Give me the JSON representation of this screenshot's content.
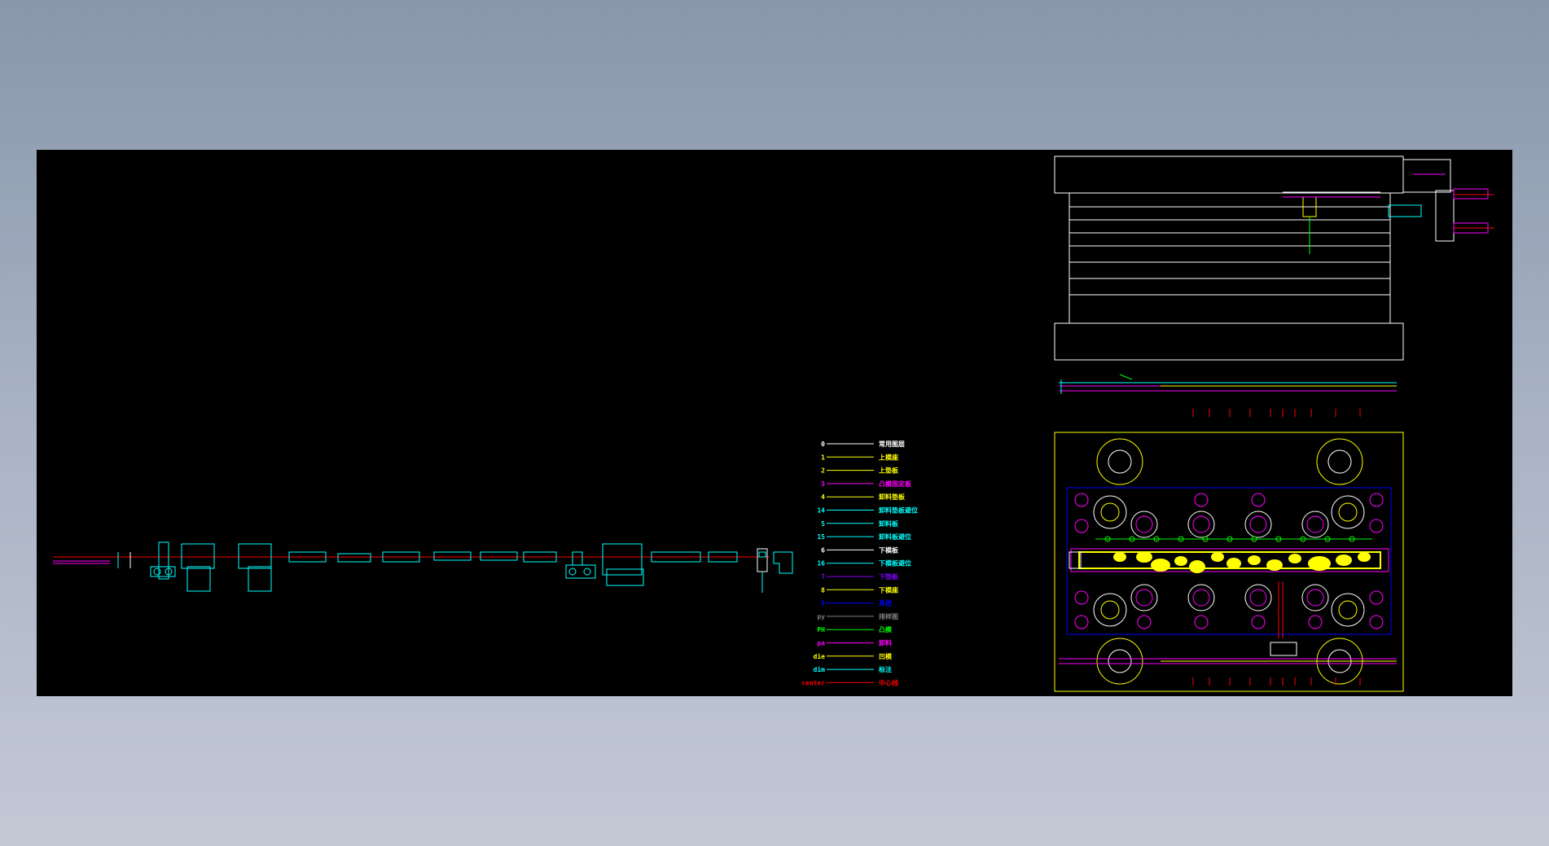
{
  "drawing": {
    "background": "#000000",
    "viewport_bg_top": "#8897ab",
    "viewport_bg_bottom": "#c3c8d5"
  },
  "legend": {
    "entries": [
      {
        "code": "0",
        "label": "常用图层",
        "color": "#ffffff"
      },
      {
        "code": "1",
        "label": "上模座",
        "color": "#ffff00"
      },
      {
        "code": "2",
        "label": "上垫板",
        "color": "#ffff00"
      },
      {
        "code": "3",
        "label": "凸模固定板",
        "color": "#ff00ff"
      },
      {
        "code": "4",
        "label": "卸料垫板",
        "color": "#ffff00"
      },
      {
        "code": "14",
        "label": "卸料垫板避位",
        "color": "#00ffff"
      },
      {
        "code": "5",
        "label": "卸料板",
        "color": "#00ffff"
      },
      {
        "code": "15",
        "label": "卸料板避位",
        "color": "#00ffff"
      },
      {
        "code": "6",
        "label": "下模板",
        "color": "#ffffff"
      },
      {
        "code": "16",
        "label": "下模板避位",
        "color": "#00ffff"
      },
      {
        "code": "7",
        "label": "下垫板",
        "color": "#8000ff"
      },
      {
        "code": "8",
        "label": "下模座",
        "color": "#ffff00"
      },
      {
        "code": "9",
        "label": "其他",
        "color": "#0000ff"
      },
      {
        "code": "py",
        "label": "排样图",
        "color": "#808080"
      },
      {
        "code": "PH",
        "label": "凸模",
        "color": "#00ff00"
      },
      {
        "code": "pa",
        "label": "卸料",
        "color": "#ff00ff"
      },
      {
        "code": "die",
        "label": "凹模",
        "color": "#ffff00"
      },
      {
        "code": "dim",
        "label": "标注",
        "color": "#00ffff"
      },
      {
        "code": "center",
        "label": "中心线",
        "color": "#ff0000"
      }
    ]
  }
}
